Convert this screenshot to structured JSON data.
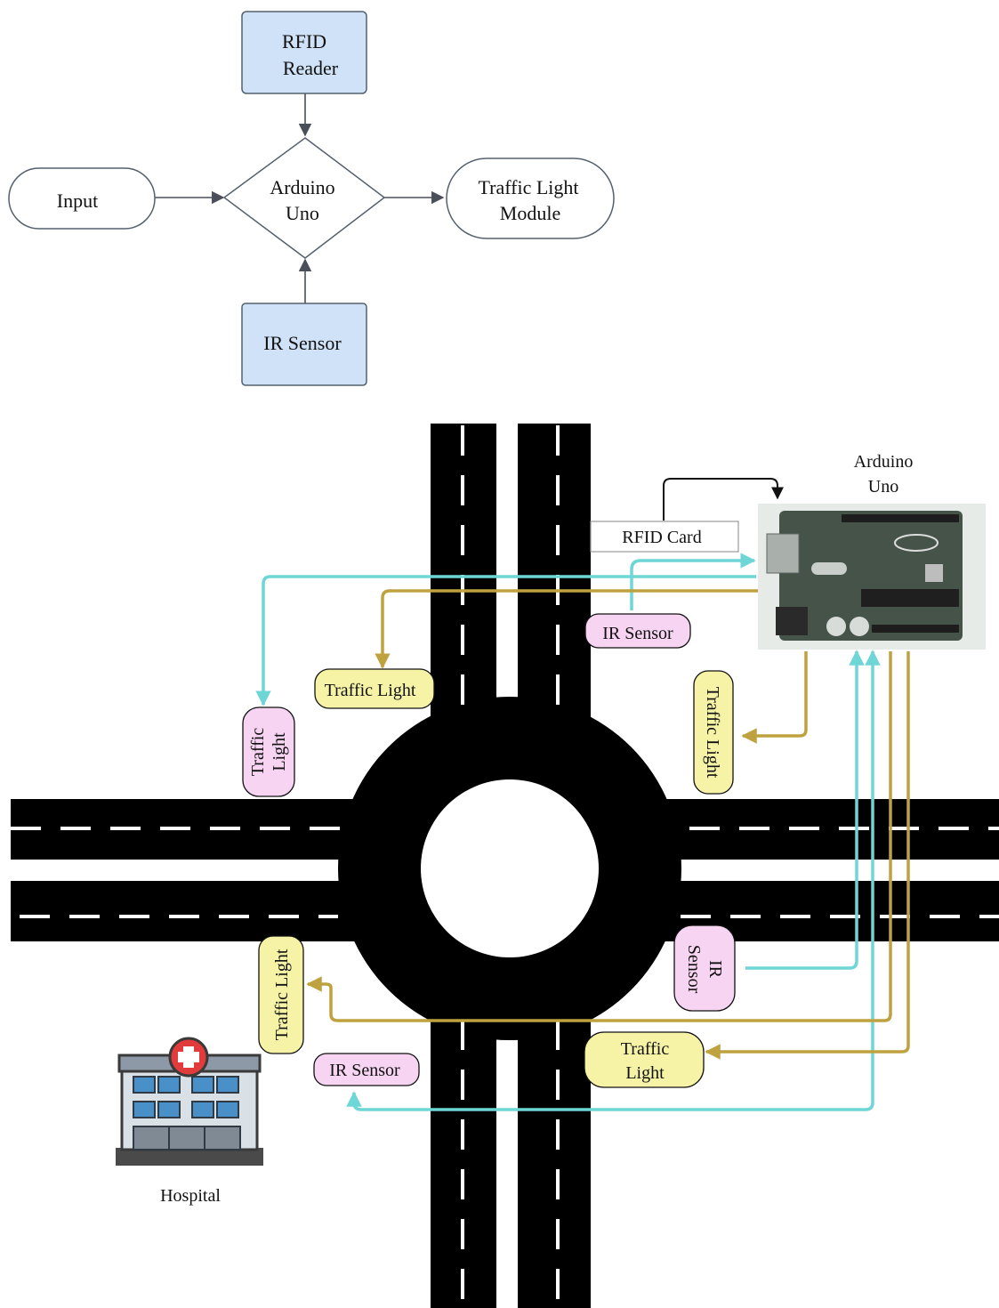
{
  "flowchart": {
    "rfid_reader": [
      "RFID",
      "Reader"
    ],
    "input": "Input",
    "arduino": [
      "Arduino",
      "Uno"
    ],
    "traffic_module": [
      "Traffic Light",
      "Module"
    ],
    "ir_sensor": "IR Sensor"
  },
  "intersection": {
    "arduino_label": [
      "Arduino",
      "Uno"
    ],
    "rfid_card": "RFID Card",
    "ir_sensor_top": "IR Sensor",
    "traffic_light_north": "Traffic Light",
    "traffic_light_west": [
      "Traffic",
      "Light"
    ],
    "traffic_light_east": "Traffic Light",
    "ir_sensor_east": [
      "IR",
      "Sensor"
    ],
    "traffic_light_southwest": "Traffic Light",
    "ir_sensor_south": "IR Sensor",
    "traffic_light_southeast": [
      "Traffic",
      "Light"
    ],
    "hospital": "Hospital"
  },
  "colors": {
    "box_blue": "#cfe2f7",
    "pink": "#f6d4f2",
    "yellow": "#f7f3a6",
    "cyan": "#6fd6d8",
    "gold": "#bfa240",
    "road": "#000000"
  }
}
